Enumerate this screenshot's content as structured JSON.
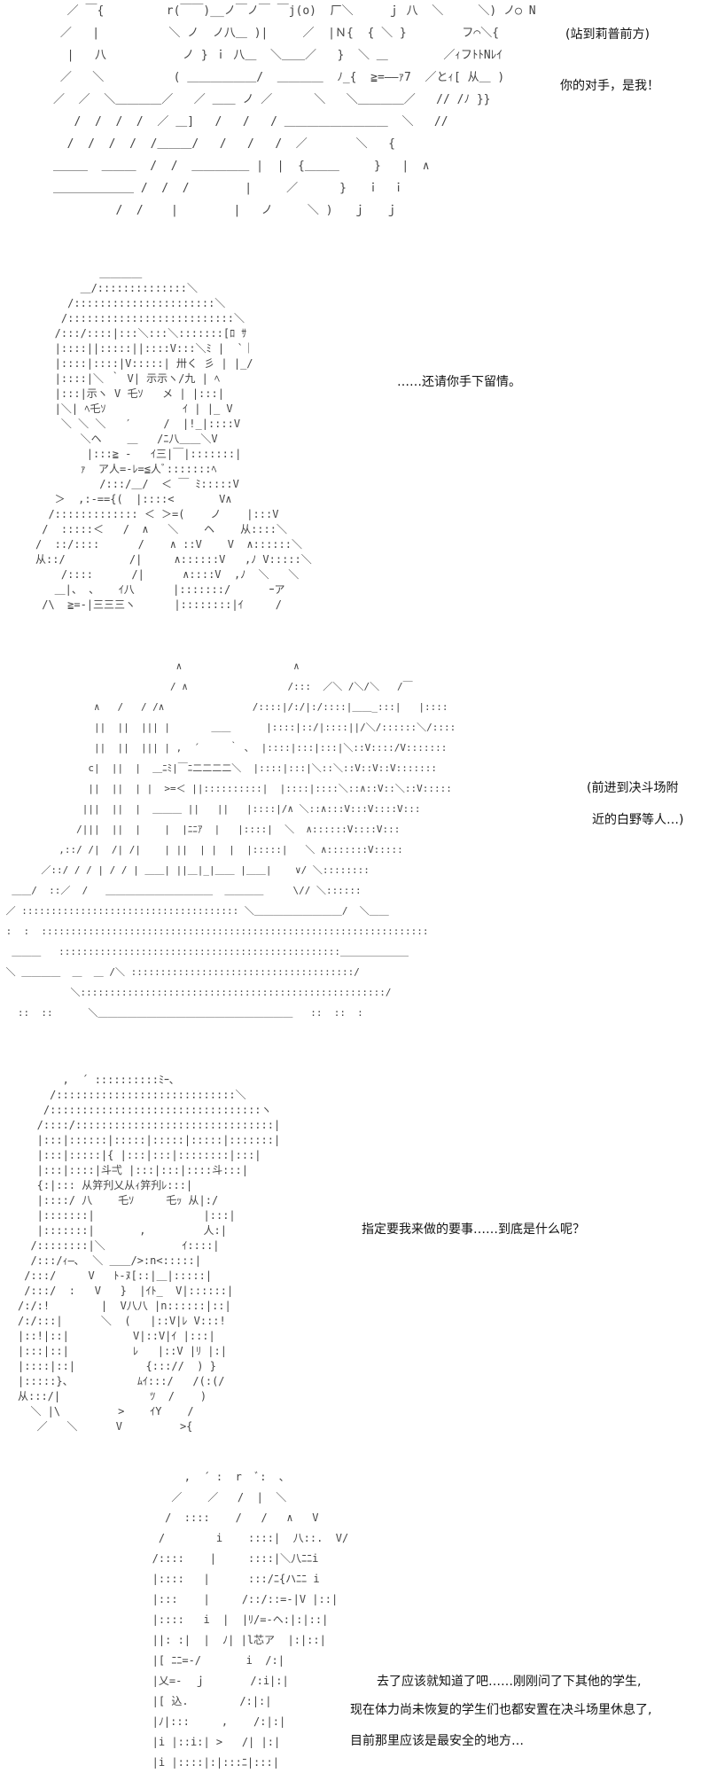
{
  "panels": [
    {
      "art": "  ／ ￣{         r(￣￣)__ノ￣ノ￣ ￣j(o)  厂＼     ｊ 八  ＼     ＼) ノ○ N\n ／   |          ＼ ノ  ノ八＿ )|     ／  |Ｎ{  { ＼ }        フ⌒＼{\n  |   八           ノ } ｉ 八＿  ＼＿＿／   }  ＼ ＿        ／ｨフﾄﾄNﾚｲ\n ／   ＼          ( ＿＿＿＿＿＿/  ＿＿＿＿  ﾉ_{  ≧=――ｧ7  ／とｨ[ 从＿ )\n／  ／  ＼＿＿＿＿／   ／ ＿＿ ノ ／      ＼   ＼＿＿＿＿／   // /ﾉ }}\n   /  /  /  /  ／ ＿]   /   /   / ＿＿＿＿＿＿＿＿＿  ＼   //\n  /  /  /  /  /＿＿＿/   /   /   /  ／       ＼   {\n＿＿＿  ＿＿＿  /  /  ＿＿＿＿＿ |  |  {＿＿＿     }   |  ∧\n＿＿＿＿＿＿＿ /  /  /        |     ／      }   ｉ  ｉ\n         /  /    |        |   ノ     ＼ )   ｊ   ｊ",
      "captions": [
        "(站到莉普前方)",
        "你的对手，是我！"
      ]
    },
    {
      "art": "          ＿＿＿＿\n       ＿/::::::::::::::＼\n     /::::::::::::::::::::::＼\n    /::::::::::::::::::::::::::＼\n   /:::/::::|:::＼:::＼:::::::[ﾛ ｻ\n   |::::||:::::||::::V:::＼ﾐ |  `｜\n   |::::|::::|V:::::| 卅く 彡 | |_/\n   |::::|＼ ｀ V| 示示ヽ/九 | ﾍ\n   |:::|示ヽ V 乇ｿ   メ | |:::|\n   |＼| ﾍ乇ｿ            ｲ | |_ V\n    ＼ ＼ ＼   ′     /  |!_|::::V\n       ＼ヘ    ＿   /ﾆ八＿＿＼V\n        |:::≧ -   ｲ三|￣|:::::::|\n       ｧ  ア人=-ﾚ=≦人ﾞ:::::::ﾍ\n          /:::/＿/  ＜ ￣ ﾐ:::::V\n   ＞  ,:-=={(  |::::<       V∧\n  /::::::::::::: ＜ ＞=(    ノ    |:::V\n /  :::::＜   /  ∧   ＼    ヘ    从::::＼\n/  ::/::::      /    ∧ ::V    V  ∧::::::＼\n从::/          /|     ∧::::::V   ,ﾉ V:::::＼\n    /::::      /|      ∧::::V  ,ﾉ  ＼   ＼\n   ＿|、 、   ｲ八      |:::::::/      ｰア\n /\\  ≧=-|三三三ヽ      |::::::::|ｲ     /",
      "captions": [
        "……还请你手下留情。"
      ]
    },
    {
      "art": "                              ∧                   ∧\n                             / ∧                 /:::  ／＼ /＼/＼   /￣\n                ∧   /   / /∧               /::::|/:/|:/::::|＿＿_:::|   |::::\n                ||  ||  ||| |       ＿＿      |::::|::/|::::||/＼/::::::＼/::::\n                ||  ||  ||| | ,  ´     ｀ ､  |::::|:::|:::|＼::V::::/V:::::::\n               c|  ||  |  ＿ﾆﾐ|￣ﾆ二二二二＼  |::::|:::|＼::＼::V::V::V:::::::\n               ||  ||  | |  >=＜ ||::::::::::|  |::::|::::＼::∧::V::＼::V:::::\n              |||  ||  |  ＿＿＿ ||   ||   |::::|/∧ ＼::∧:::V:::V::::V:::\n             /|||  ||  |    |  |ﾆﾆｱ  |   |::::|  ＼  ∧::::::V::::V:::\n          ,::/ /|  /| /|    | ||  | |  |  |:::::|   ＼ ∧:::::::V:::::\n       ／::/ / / | / / | ＿＿| ||＿|_|＿＿ |＿＿|    ∨/ ＼::::::::\n  ＿＿/  ::／  /   ＿＿＿＿＿＿＿＿＿＿＿  ＿＿＿＿     \\// ＼::::::\n ／ ::::::::::::::::::::::::::::::::::::: ＼＿＿＿＿＿＿＿＿＿/  ＼＿＿\n :  :  ::::::::::::::::::::::::::::::::::::::::::::::::::::::::::::::::::\n  ＿＿＿   ::::::::::::::::::::::::::::::::::::::::::::::::＿＿＿＿＿＿＿\n ＼ ＿＿＿＿  ＿  ＿ /＼ ::::::::::::::::::::::::::::::::::::::/\n            ＼::::::::::::::::::::::::::::::::::::::::::::::::::::/\n   ::  ::      ＼＿＿＿＿＿＿＿＿＿＿＿＿＿＿＿＿＿＿＿＿   ::  ::  :",
      "captions": [
        "(前进到决斗场附",
        "近的白野等人…)"
      ]
    },
    {
      "art": "       ,  ´ ::::::::::ﾐｰ､\n     /::::::::::::::::::::::::::::＼\n    /:::::::::::::::::::::::::::::::::ヽ\n   /::::/:::::::::::::::::::::::::::::::|\n   |:::|::::::|:::::|:::::|:::::|:::::::|\n   |:::|:::::|{ |:::|:::|::::::::|:::|\n   |:::|::::|斗弌 |:::|:::|::::斗:::|\n   {:|::: 从笄刋乂从ｨ笄刋ﾚ:::|\n   |::::/ 八    乇ｿ     乇ｯ 从|:/\n   |:::::::|                 |:::|\n   |:::::::|       ,         人:|\n  /::::::::|＼            ｲ::::|\n  /:::/ｨ―､  ＼ ＿＿/>:n<:::::|\n /:::/     V   ﾄ-ﾇ[::|＿|:::::|\n /:::/  :   V   }  |ｲﾄ_  V|::::::|\n/:/:!        |  V八八 |n::::::|::|\n/:/:::|      ＼  (   |::V|ﾚ V:::!\n|::!|::|          V|::V|ｲ |:::|\n|:::|::|          ﾚ   |::V |ﾘ |:|\n|::::|::|           {::://  ) }\n|:::::}、          ﾑｲ:::/   /(:(/\n从:::/|              ﾂ  /    )\n  ＼ |\\         >    ｲY    /\n   ／   ＼      V         >{",
      "captions": [
        "指定要我来做的要事……到底是什么呢？"
      ]
    },
    {
      "art": "        ,  ´ :  r  ﾞ:  ､\n      ／    ／   /  |  ＼\n     /  ::::    /   /   ∧   V\n    /        i    ::::|  八::.  V/\n   /::::    |     ::::|＼八ﾆﾆi\n   |::::   |      :::/ﾆ{ハﾆﾆ i\n   |:::    |     /::/::=-|V |::|\n   |::::   i  |  |ﾘ/=-ヘ:|:|::|\n   ||: :|  |  ﾉ| |l芯ア  |:|::|\n   |[ ﾆﾆ=-/       i  /:|\n   |乂=-  ｊ       /:i|:|\n   |[ 込.        /:|:|\n   |ﾉ|:::     ,    /:|:|\n   |i |::i:| >   /| |:|\n   |i |::::|:|:::ﾆ|:::|",
      "captions": [
        "去了应该就知道了吧……刚刚问了下其他的学生,",
        "现在体力尚未恢复的学生们也都安置在决斗场里休息了,",
        "目前那里应该是最安全的地方…"
      ]
    }
  ]
}
